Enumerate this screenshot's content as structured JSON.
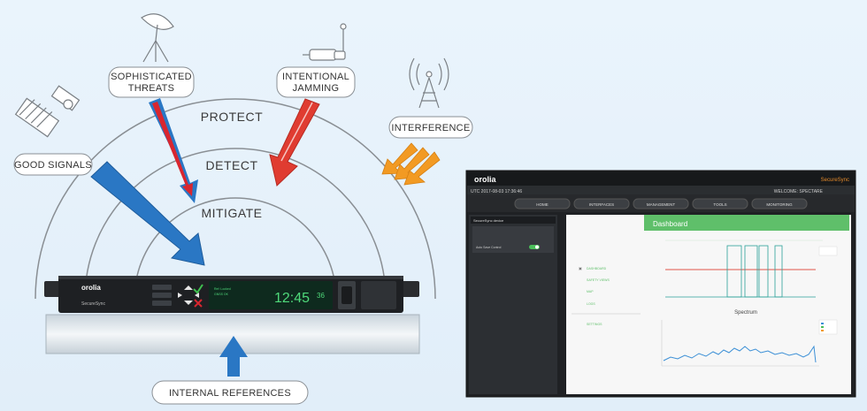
{
  "diagram": {
    "inputs": {
      "good_signals": "GOOD SIGNALS",
      "sophisticated_threats_line1": "SOPHISTICATED",
      "sophisticated_threats_line2": "THREATS",
      "intentional_jamming_line1": "INTENTIONAL",
      "intentional_jamming_line2": "JAMMING",
      "interference": "INTERFERENCE",
      "internal_references": "INTERNAL REFERENCES"
    },
    "zones": {
      "protect": "PROTECT",
      "detect": "DETECT",
      "mitigate": "MITIGATE"
    },
    "colors": {
      "good_signal_arrow": "#2a77c4",
      "threat_arrow": "#d9262f",
      "jamming_arrow": "#e03c31",
      "interference_arrow": "#f29a23",
      "internal_arrow": "#2a77c4",
      "arc_stroke": "#8a8f94"
    },
    "device": {
      "brand": "orolia",
      "model": "SecureSync",
      "clock_time": "12:45",
      "clock_seconds": "36",
      "buttons": [
        "",
        "",
        ""
      ]
    }
  },
  "screenshot": {
    "brand": "orolia",
    "product": "SecureSync",
    "timestamp": "UTC 2017-08-03 17:36:46",
    "user": "WELCOME: SPECTARE",
    "nav_tabs": [
      "HOME",
      "INTERFACES",
      "MANAGEMENT",
      "TOOLS",
      "MONITORING"
    ],
    "left_panel_title": "SecureSync device",
    "left_panel_item": "Auto Save Control",
    "side_menu": [
      "DASHBOARD",
      "SAFETY VIEWS",
      "MAP",
      "LOGS",
      "SETTINGS"
    ],
    "dashboard_title": "Dashboard",
    "spectrum_title": "Spectrum",
    "accent_color": "#5fbf6a"
  }
}
